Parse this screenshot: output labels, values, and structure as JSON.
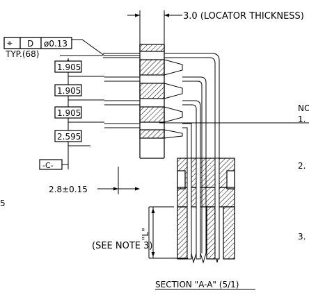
{
  "drawing": {
    "locator_note": "3.0 (LOCATOR THICKNESS)",
    "fcf_symbol": "⌖",
    "fcf_datum": "D",
    "fcf_value": "ø0.13",
    "typ_note": "TYP.(68)",
    "pitch_1": "1.905",
    "pitch_2": "1.905",
    "pitch_3": "1.905",
    "bottom_offset": "2.595",
    "datum_c": "-C-",
    "horizontal_dim": "2.8±0.15",
    "dim_l": "\"L\"",
    "see_note": "(SEE NOTE 3)",
    "section_title": "SECTION \"A-A\" (5/1)",
    "notes_header": "NO",
    "note_1": "1.",
    "note_2": "2.",
    "note_3": "3.",
    "left_edge_char": "5"
  },
  "colors": {
    "line": "#000000",
    "background": "#ffffff"
  }
}
